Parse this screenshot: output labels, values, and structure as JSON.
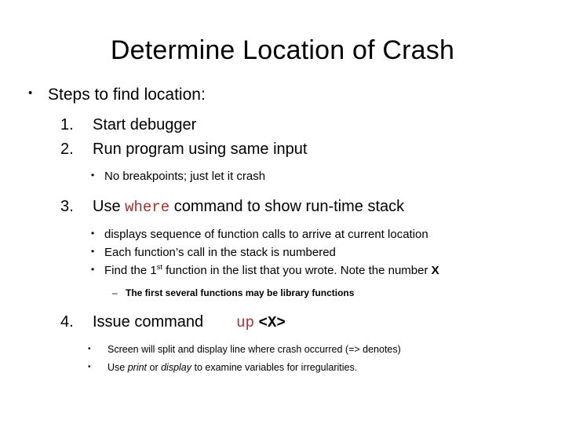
{
  "slide": {
    "title": "Determine Location of Crash",
    "background_color": "#FFFFFF",
    "text_color": "#000000",
    "code_accent_color": "#A03232",
    "bullet_glyph": "•",
    "dash_glyph": "–",
    "content": {
      "lead_bullet": "Steps to find location:",
      "steps": [
        {
          "number": "1.",
          "text": "Start debugger"
        },
        {
          "number": "2.",
          "text": "Run program using same input",
          "subs": [
            {
              "bullet": "•",
              "text": "No breakpoints; just let it crash"
            }
          ]
        },
        {
          "number": "3.",
          "text_before": "Use ",
          "code": "where",
          "text_after": " command to show run-time stack",
          "subs": [
            {
              "bullet": "•",
              "text": "displays sequence of function calls to arrive at current location"
            },
            {
              "bullet": "•",
              "text": "Each function’s call in the stack is numbered"
            },
            {
              "bullet": "•",
              "text_a": "Find the 1",
              "sup": "st",
              "text_b": " function in the list that you wrote. Note the number ",
              "bold_tail": "X"
            }
          ],
          "subsubs": [
            {
              "dash": "–",
              "text": "The first several functions may be library functions"
            }
          ]
        },
        {
          "number": "4.",
          "text_before": "Issue command",
          "code": "up",
          "code_arg": "<X>",
          "subs": [
            {
              "bullet": "•",
              "text": "Screen will split and display line where crash occurred (=> denotes)"
            },
            {
              "bullet": "•",
              "text_a": "Use ",
              "ital_a": "print",
              "text_b": " or ",
              "ital_b": "display",
              "text_c": " to examine variables for irregularities."
            }
          ]
        }
      ]
    }
  }
}
